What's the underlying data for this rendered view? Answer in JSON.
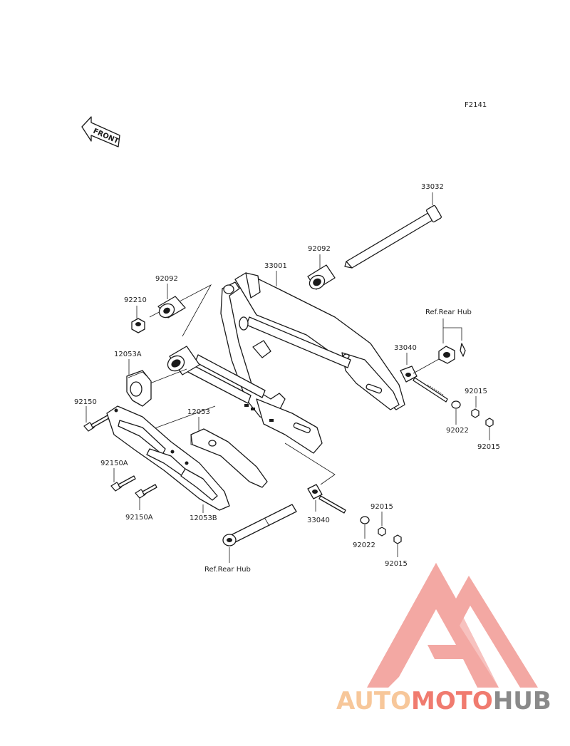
{
  "figure_code": "F2141",
  "front_label": "FRONT",
  "labels": {
    "p33032": "33032",
    "p92092_right": "92092",
    "p33001": "33001",
    "p92092_left": "92092",
    "p92210": "92210",
    "ref_rear_hub_top": "Ref.Rear Hub",
    "p33040_top": "33040",
    "p12053A": "12053A",
    "p92015_a": "92015",
    "p92150": "92150",
    "p12053": "12053",
    "p92022_top": "92022",
    "p92015_b": "92015",
    "p92150A_a": "92150A",
    "p92150A_b": "92150A",
    "p12053B": "12053B",
    "p33040_bottom": "33040",
    "p92015_c": "92015",
    "p92022_bottom": "92022",
    "p92015_d": "92015",
    "ref_rear_hub_bottom": "Ref.Rear Hub"
  },
  "watermark": {
    "part1": "AUTO",
    "part2": "MOTO",
    "part3": "HUB",
    "color_auto": "#f7c79a",
    "color_moto": "#f07b6f",
    "color_hub": "#8a8a8a",
    "logo_color": "#f29a94"
  }
}
